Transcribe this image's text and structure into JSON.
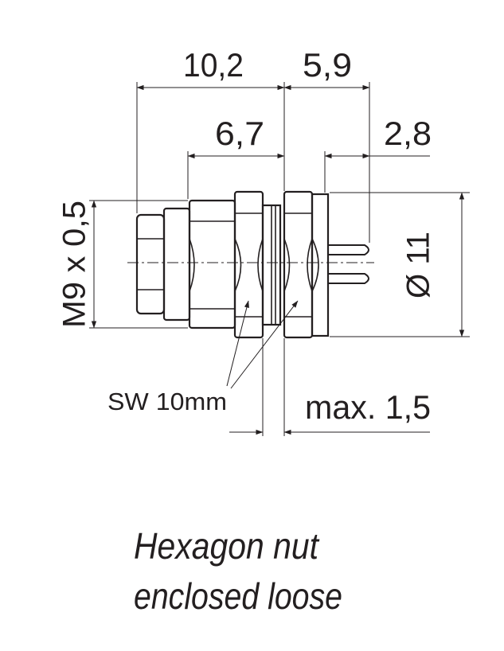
{
  "dimensions": {
    "length_body": "10,2",
    "length_rear": "5,9",
    "length_front": "6,7",
    "length_pins": "2,8",
    "thread": "M9 x 0,5",
    "diameter": "Ø 11",
    "wrench_size": "SW 10mm",
    "panel_thickness": "max. 1,5"
  },
  "caption": {
    "line1": "Hexagon nut",
    "line2": "enclosed loose"
  },
  "colors": {
    "ink": "#231f20"
  }
}
